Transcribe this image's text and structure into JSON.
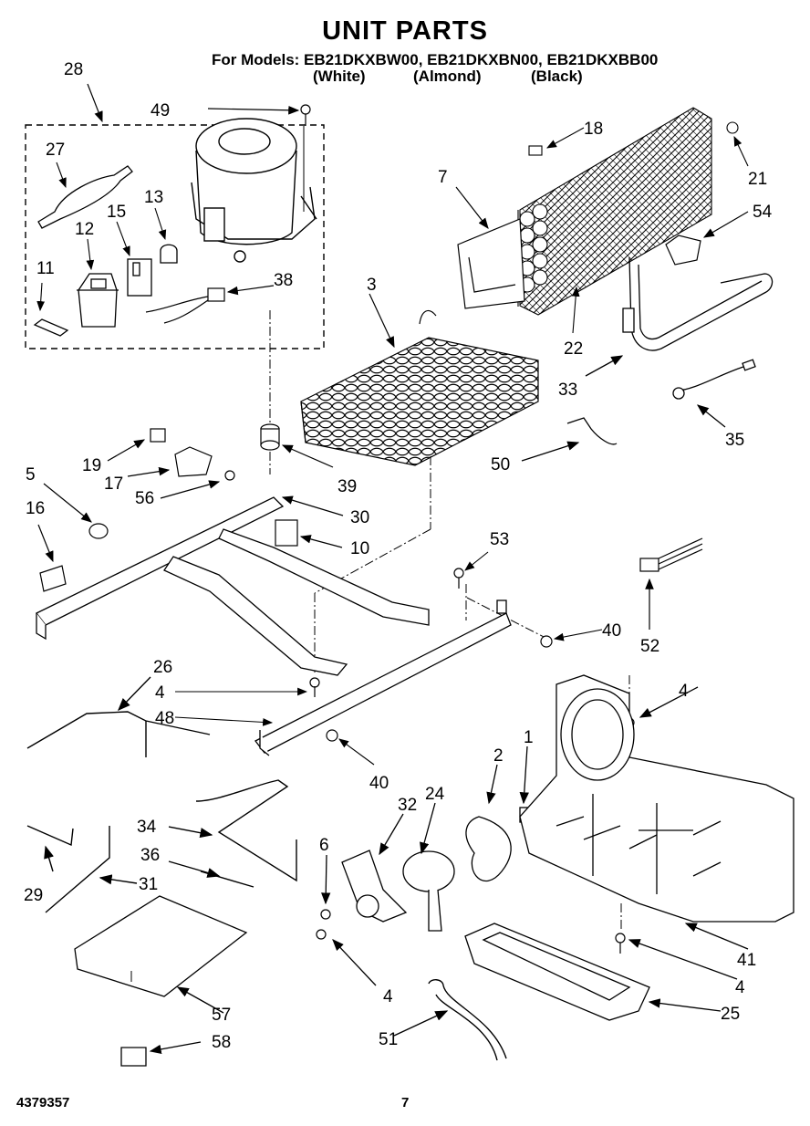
{
  "header": {
    "title": "UNIT PARTS",
    "models_line": "For Models: EB21DKXBW00, EB21DKXBN00, EB21DKXBB00",
    "colors": [
      "(White)",
      "(Almond)",
      "(Black)"
    ]
  },
  "callouts": [
    "28",
    "49",
    "27",
    "13",
    "15",
    "12",
    "11",
    "38",
    "18",
    "7",
    "21",
    "54",
    "3",
    "22",
    "33",
    "35",
    "19",
    "17",
    "56",
    "39",
    "5",
    "30",
    "16",
    "10",
    "50",
    "53",
    "52",
    "40",
    "26",
    "4",
    "48",
    "1",
    "2",
    "24",
    "32",
    "34",
    "36",
    "6",
    "29",
    "31",
    "41",
    "57",
    "58",
    "51",
    "25"
  ],
  "footer": {
    "doc_number": "4379357",
    "page_number": "7"
  },
  "colors": {
    "ink": "#000000",
    "paper": "#ffffff"
  }
}
